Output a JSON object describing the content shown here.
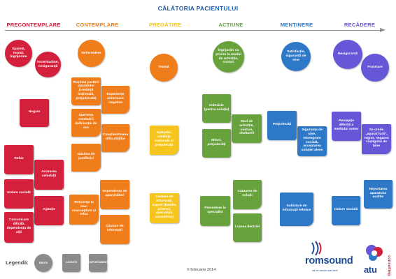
{
  "title": "CĂLĂTORIA PACIENTULUI",
  "stages": [
    {
      "label": "PRECONTEMPLARE",
      "color": "#d3203c"
    },
    {
      "label": "CONTEMPLARE",
      "color": "#ef7d1b"
    },
    {
      "label": "PREGĂTIRE",
      "color": "#f6c51d"
    },
    {
      "label": "ACȚIUNE",
      "color": "#68a23d"
    },
    {
      "label": "MENȚINERE",
      "color": "#2e78c8"
    },
    {
      "label": "RECĂDERE",
      "color": "#6557d8"
    }
  ],
  "emotions": {
    "precontemplare_1": "Spaimă, teamă, îngrijorare",
    "precontemplare_2": "Incertitudine, nesiguranță",
    "contemplare": "Neîncredere",
    "pregatire": "Teamă",
    "actiune": "Îngrijorări cu privire la modul de achiziție, costuri",
    "mentinere": "Satisfacție, siguranță de sine",
    "recadere_1": "Nesiguranță",
    "recadere_2": "Frustrare"
  },
  "cognitions": {
    "precontemplare_negare": "Negare",
    "contemplare_1": "Rușinea purtării aparatului (credință irațională, prejudecată)",
    "contemplare_2": "Experiențe anterioare negative",
    "contemplare_3": "Speranța rezolvării deficienței de auz",
    "contemplare_4": "Conștientizarea dificultăților",
    "contemplare_5": "Găsirea de justificări",
    "pregatire": "Așteptări, credințe iraționale și prejudecăți",
    "actiune_1": "Indecizie (pentru soluție)",
    "actiune_2": "Mod de achiziție, costuri, cheltuieli",
    "actiune_3": "Mituri, prejudecăți",
    "mentinere_1": "Prejudecăți",
    "mentinere_2": "Siguranța de sine, reintegrare socială, acceptarea soluției alese",
    "recadere_1": "Percepție diferită a mediului sonor",
    "recadere_2": "Se crede „aparat fură”, regret, negarea câștigului de bine"
  },
  "behaviors": {
    "precontemplare_1": "Refuz",
    "precontemplare_2": "Acuzarea celorlalți",
    "precontemplare_3": "Izolare socială",
    "precontemplare_4": "Agitație",
    "precontemplare_5": "Comunicare dificilă, dependența de alții",
    "contemplare_1": "Dependența de aparținători",
    "contemplare_2": "Reticența la nou, neacceptare și refuz",
    "contemplare_3": "Căutare de informații",
    "pregatire": "Căutare de informații, suport (familie, prieteni, specialiști, cunoștințe)",
    "actiune_1": "Căutarea de soluții",
    "actiune_2": "Prezentare la specialist",
    "actiune_3": "Luarea deciziei",
    "mentinere": "Solicitare de informații tehnice",
    "recadere_1": "Nepurtarea aparatului auditiv",
    "recadere_2": "Izolare socială"
  },
  "legend": {
    "label": "Legendă:",
    "items": [
      {
        "label": "EMOȚII",
        "kind": "emotion"
      },
      {
        "label": "COGNIȚII",
        "kind": "cognition"
      },
      {
        "label": "COMPORTAMENTE",
        "kind": "behavior"
      }
    ]
  },
  "date": "6 februarie 2014",
  "logos": {
    "romsound": {
      "name": "romsound",
      "tagline": "să ne auzim mai bine"
    },
    "atu": {
      "name": "atu",
      "subtitle": "consulting"
    }
  }
}
